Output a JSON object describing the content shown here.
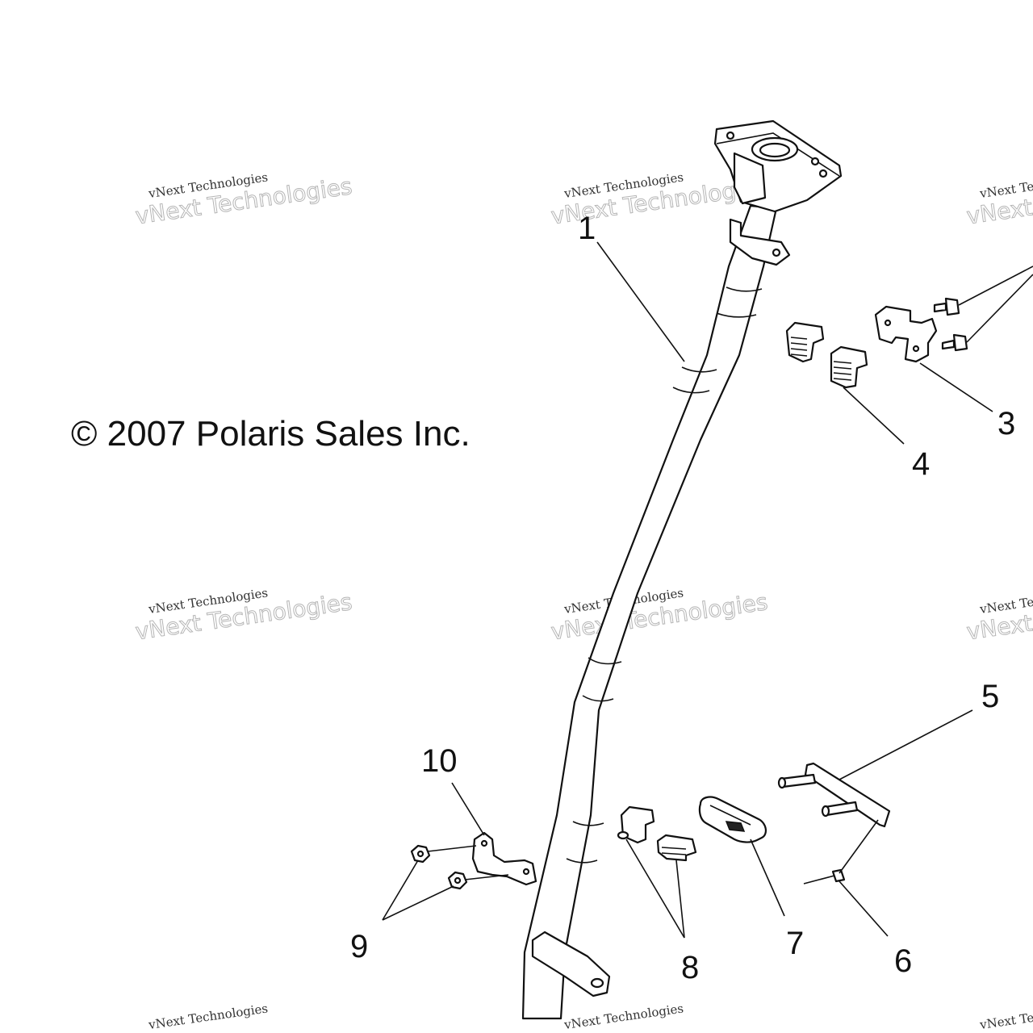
{
  "copyright": "© 2007 Polaris Sales Inc.",
  "watermark": {
    "line_small": "vNext Technologies",
    "line_big": "vNext Technologies"
  },
  "callouts": {
    "c1": "1",
    "c3": "3",
    "c4": "4",
    "c5": "5",
    "c6": "6",
    "c7": "7",
    "c8": "8",
    "c9": "9",
    "c10": "10"
  }
}
